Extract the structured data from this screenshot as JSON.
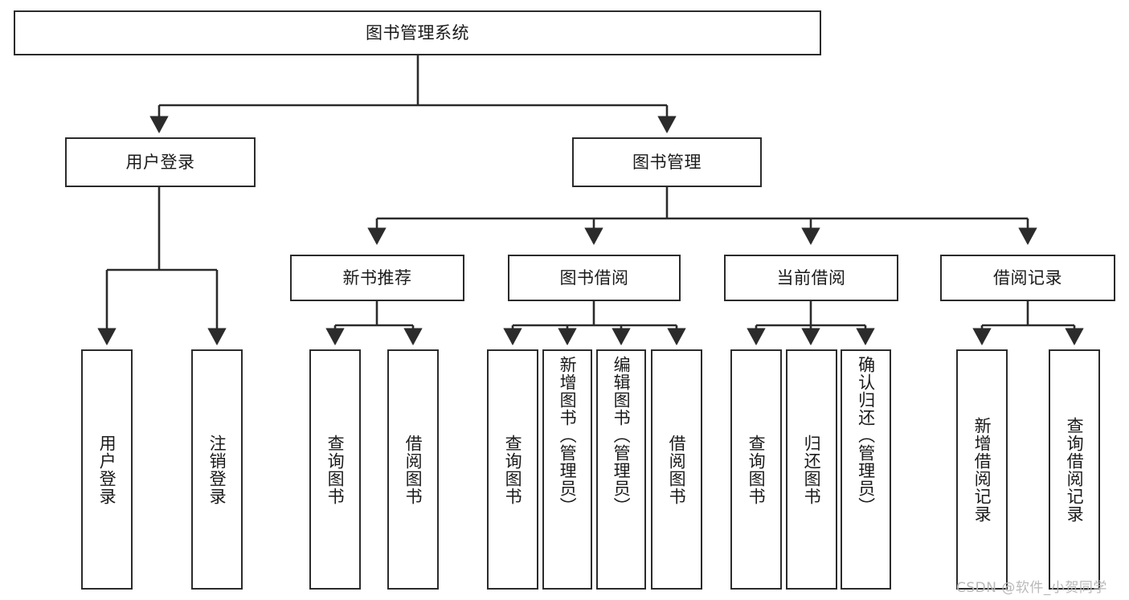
{
  "diagram": {
    "title": "图书管理系统",
    "type": "tree-hierarchy-chart",
    "stroke_color": "#2b2b2b",
    "fill_color": "#ffffff",
    "text_color": "#1a1a1a"
  },
  "nodes": {
    "root": {
      "label": "图书管理系统"
    },
    "level2": [
      {
        "label": "用户登录"
      },
      {
        "label": "图书管理"
      }
    ],
    "level3": [
      {
        "label": "新书推荐"
      },
      {
        "label": "图书借阅"
      },
      {
        "label": "当前借阅"
      },
      {
        "label": "借阅记录"
      }
    ],
    "leaves": {
      "user_login": [
        {
          "label": "用户登录"
        },
        {
          "label": "注销登录"
        }
      ],
      "new_book": [
        {
          "label": "查询图书"
        },
        {
          "label": "借阅图书"
        }
      ],
      "book_borrow": [
        {
          "label": "查询图书"
        },
        {
          "label": "新增图书（管理员）"
        },
        {
          "label": "编辑图书（管理员）"
        },
        {
          "label": "借阅图书"
        }
      ],
      "current_borrow": [
        {
          "label": "查询图书"
        },
        {
          "label": "归还图书"
        },
        {
          "label": "确认归还（管理员）"
        }
      ],
      "borrow_record": [
        {
          "label": "新增借阅记录"
        },
        {
          "label": "查询借阅记录"
        }
      ]
    }
  },
  "watermark": {
    "text": "CSDN @软件_小贺同学"
  }
}
